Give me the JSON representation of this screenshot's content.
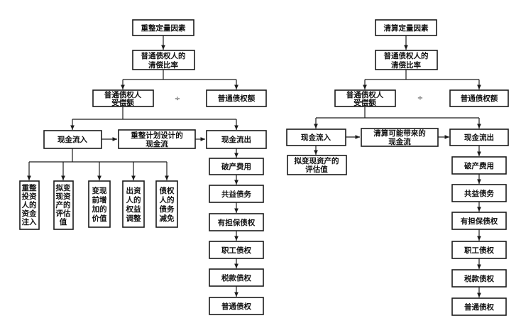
{
  "left": {
    "root": "重整定量因素",
    "ratio": [
      "普通债权人的",
      "清偿比率"
    ],
    "received": [
      "普通债权人",
      "受偿额"
    ],
    "divide": "÷",
    "total": "普通债权额",
    "inflow": "现金流入",
    "plan": [
      "重整计划设计的",
      "现金流"
    ],
    "outflow": "现金流出",
    "inflow_items": [
      [
        "重整",
        "投资",
        "人的",
        "资金",
        "注入"
      ],
      [
        "拟变",
        "现资",
        "产的",
        "评估",
        "值"
      ],
      [
        "变现",
        "前增",
        "加的",
        "价值"
      ],
      [
        "出资",
        "人的",
        "权益",
        "调整"
      ],
      [
        "债权",
        "人的",
        "债务",
        "减免"
      ]
    ],
    "outflow_items": [
      "破产费用",
      "共益债务",
      "有担保债权",
      "职工债权",
      "税款债权",
      "普通债权"
    ]
  },
  "right": {
    "root": "清算定量因素",
    "ratio": [
      "普通债权人的",
      "清偿比率"
    ],
    "received": [
      "普通债权人",
      "受偿额"
    ],
    "divide": "÷",
    "total": "普通债权额",
    "inflow": "现金流入",
    "plan": [
      "清算可能带来的",
      "现金流"
    ],
    "outflow": "现金流出",
    "inflow_items": [
      [
        "拟变现资产的",
        "评估值"
      ]
    ],
    "outflow_items": [
      "破产费用",
      "共益债务",
      "有担保债权",
      "职工债权",
      "税款债权",
      "普通债权"
    ]
  }
}
